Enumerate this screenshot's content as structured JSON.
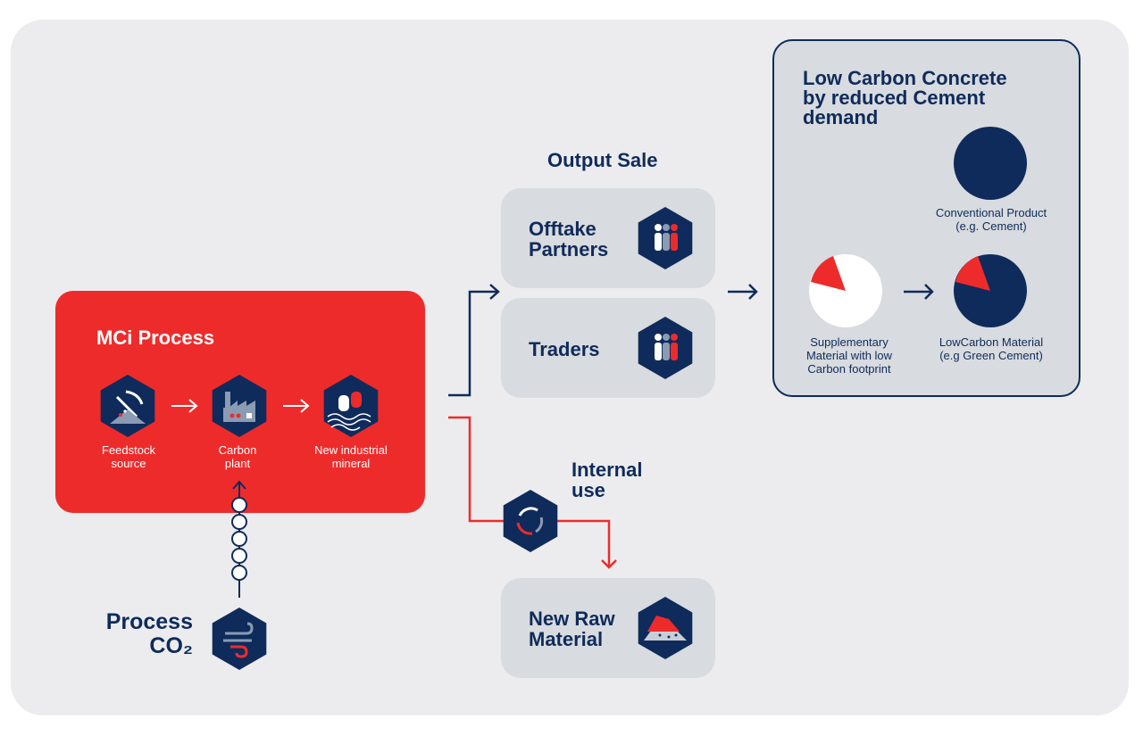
{
  "process": {
    "title": "MCi Process",
    "steps": [
      {
        "line1": "Feedstock",
        "line2": "source",
        "icon": "pickaxe-icon"
      },
      {
        "line1": "Carbon",
        "line2": "plant",
        "icon": "factory-icon"
      },
      {
        "line1": "New industrial",
        "line2": "mineral",
        "icon": "mineral-rolls-icon"
      }
    ]
  },
  "co2": {
    "line1": "Process",
    "line2": "CO₂",
    "icon": "wind-icon"
  },
  "output_sale": {
    "title": "Output Sale",
    "offtake": {
      "line1": "Offtake",
      "line2": "Partners",
      "icon": "people-icon"
    },
    "traders": {
      "label": "Traders",
      "icon": "people-icon"
    }
  },
  "internal_use": {
    "line1": "Internal",
    "line2": "use",
    "icon": "recycle-icon"
  },
  "new_raw": {
    "line1": "New Raw",
    "line2": "Material",
    "icon": "material-pile-icon"
  },
  "low_carbon": {
    "title_line1": "Low Carbon Concrete",
    "title_line2": "by reduced Cement",
    "title_line3": "demand",
    "conventional": {
      "line1": "Conventional Product",
      "line2": "(e.g. Cement)"
    },
    "supplementary": {
      "line1": "Supplementary",
      "line2": "Material with low",
      "line3": "Carbon footprint"
    },
    "lowcarbon": {
      "line1": "LowCarbon Material",
      "line2": "(e.g Green Cement)"
    }
  },
  "colors": {
    "navy": "#0f2b5b",
    "red": "#ee2b2b",
    "panel": "#ececee",
    "card": "#d8dbdf"
  }
}
